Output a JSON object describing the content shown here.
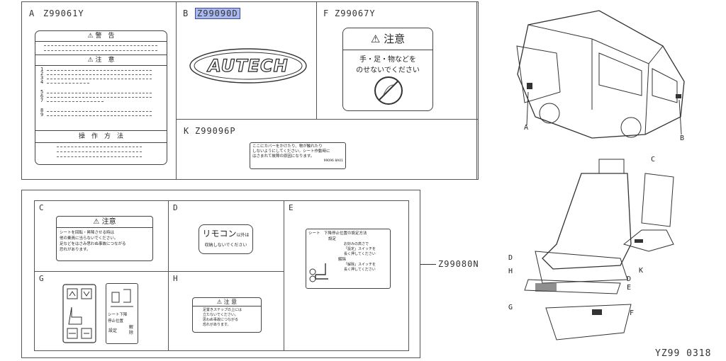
{
  "diagram_code": "YZ99 0318",
  "part_number_main": "Z99080N",
  "labels": {
    "A": {
      "letter": "A",
      "part": "Z99061Y",
      "warning_title": "警　告",
      "caution_title": "注　意",
      "operation_title": "操　作　方　法",
      "line_numbers": [
        "1",
        "2",
        "3",
        "4",
        "5",
        "6",
        "7",
        "8",
        "9"
      ]
    },
    "B": {
      "letter": "B",
      "part": "Z99090D",
      "emblem": "AUTECH"
    },
    "F": {
      "letter": "F",
      "part": "Z99067Y",
      "title": "注意",
      "line1": "手・足・物などを",
      "line2": "のせないでください"
    },
    "K": {
      "letter": "K",
      "part": "Z99096P",
      "line1": "ここにカバーをかけたり、物が触れたり",
      "line2": "しないようにしてください。シート作動時に",
      "line3": "はさまれて故障の原因になります。",
      "code": "99096 8A01"
    },
    "C": {
      "letter": "C",
      "title": "注意",
      "line1": "シートを回転・昇降させる時は",
      "line2": "他の乗員に当らないでください。",
      "line3": "足などをはさみ思わぬ事故につながる",
      "line4": "恐れがあります。"
    },
    "D": {
      "letter": "D",
      "line1": "リモコン",
      "line1_small": "以外は",
      "line2": "収納しないでください"
    },
    "E": {
      "letter": "E",
      "title": "シート　下降停止位置の設定方法",
      "setting_head": "設定",
      "s1": "お好みの高さで",
      "s2": "「設定」スイッチを",
      "s3": "長く押してください",
      "cancel_head": "解除",
      "c1": "「解除」スイッチを",
      "c2": "長く押してください"
    },
    "G": {
      "letter": "G",
      "stop_label1": "シート下降",
      "stop_label2": "停止位置",
      "set": "設定",
      "cancel": "解除"
    },
    "H": {
      "letter": "H",
      "title": "注 意",
      "line1": "足置きステップの上には",
      "line2": "立たないでください。",
      "line3": "思わぬ事故につながる",
      "line4": "恐れがあります。"
    }
  },
  "callouts": {
    "car": [
      "A",
      "B"
    ],
    "seat": [
      "C",
      "D",
      "H",
      "D",
      "E",
      "G",
      "F",
      "K"
    ]
  }
}
